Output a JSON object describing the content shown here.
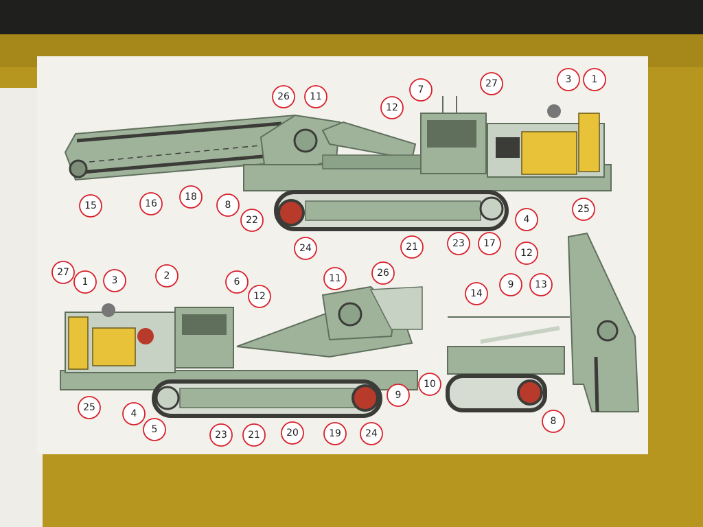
{
  "colors": {
    "wall": "#b7961f",
    "wall_dark": "#8f7414",
    "top_band": "#1f1f1d",
    "board": "#f3f1ec",
    "machine": "#9fb39b",
    "machine_dark": "#5f6f5c",
    "track": "#3b3b38",
    "accent_red": "#d8202a",
    "engine": "#e8c33a"
  },
  "diagram": {
    "callouts": [
      {
        "label": "26"
      },
      {
        "label": "11"
      },
      {
        "label": "7"
      },
      {
        "label": "27"
      },
      {
        "label": "3"
      },
      {
        "label": "1"
      },
      {
        "label": "12"
      },
      {
        "label": "15"
      },
      {
        "label": "16"
      },
      {
        "label": "18"
      },
      {
        "label": "8"
      },
      {
        "label": "22"
      },
      {
        "label": "24"
      },
      {
        "label": "21"
      },
      {
        "label": "23"
      },
      {
        "label": "17"
      },
      {
        "label": "4"
      },
      {
        "label": "25"
      },
      {
        "label": "12"
      },
      {
        "label": "27"
      },
      {
        "label": "1"
      },
      {
        "label": "3"
      },
      {
        "label": "2"
      },
      {
        "label": "6"
      },
      {
        "label": "12"
      },
      {
        "label": "11"
      },
      {
        "label": "26"
      },
      {
        "label": "14"
      },
      {
        "label": "9"
      },
      {
        "label": "13"
      },
      {
        "label": "10"
      },
      {
        "label": "9"
      },
      {
        "label": "25"
      },
      {
        "label": "4"
      },
      {
        "label": "5"
      },
      {
        "label": "23"
      },
      {
        "label": "21"
      },
      {
        "label": "20"
      },
      {
        "label": "19"
      },
      {
        "label": "24"
      },
      {
        "label": "8"
      }
    ]
  }
}
